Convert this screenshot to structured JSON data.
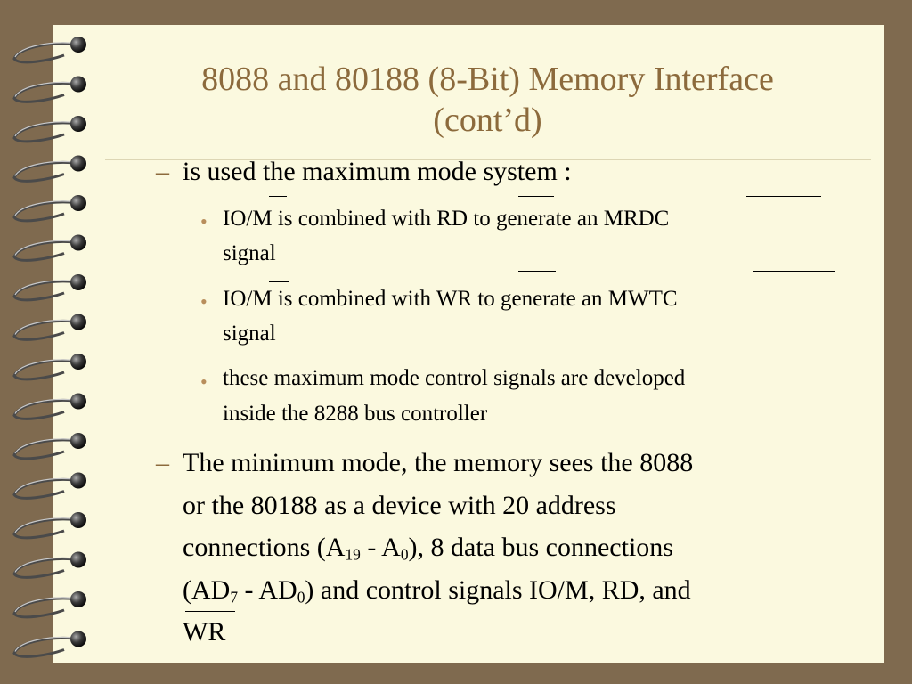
{
  "title": {
    "line1": "8088 and 80188 (8-Bit) Memory Interface",
    "line2": "(cont’d)"
  },
  "bullets": {
    "dash_marker": "–",
    "dot_marker": "•",
    "b1": {
      "text": "is used the maximum mode system :"
    },
    "s1": {
      "io": "IO/",
      "m": "M",
      "mid": " is combined with ",
      "rd": "RD",
      "end": " to generate an MRDC",
      "line2": "signal"
    },
    "s2": {
      "io": "IO/",
      "m": "M",
      "mid": " is combined with ",
      "wr": "WR",
      "end": " to generate an MWTC",
      "line2": "signal"
    },
    "s3": {
      "line1": "these maximum mode control signals are developed",
      "line2": "inside the 8288 bus controller"
    },
    "b2": {
      "line1": "The minimum mode, the memory sees the 8088",
      "line2": "or the 80188 as a device with 20 address",
      "l3a": "connections (A",
      "a19": "19",
      "l3b": " - A",
      "a0": "0",
      "l3c": "), 8 data bus connections",
      "l4a": "(AD",
      "ad7": "7",
      "l4b": " - AD",
      "ad0": "0",
      "l4c": ") and control signals IO/M, RD, and",
      "line5": "WR"
    }
  },
  "colors": {
    "background": "#7f6a4f",
    "page": "#fbf9df",
    "title": "#8c6a3c",
    "bullet_dot": "#b88e5c"
  }
}
